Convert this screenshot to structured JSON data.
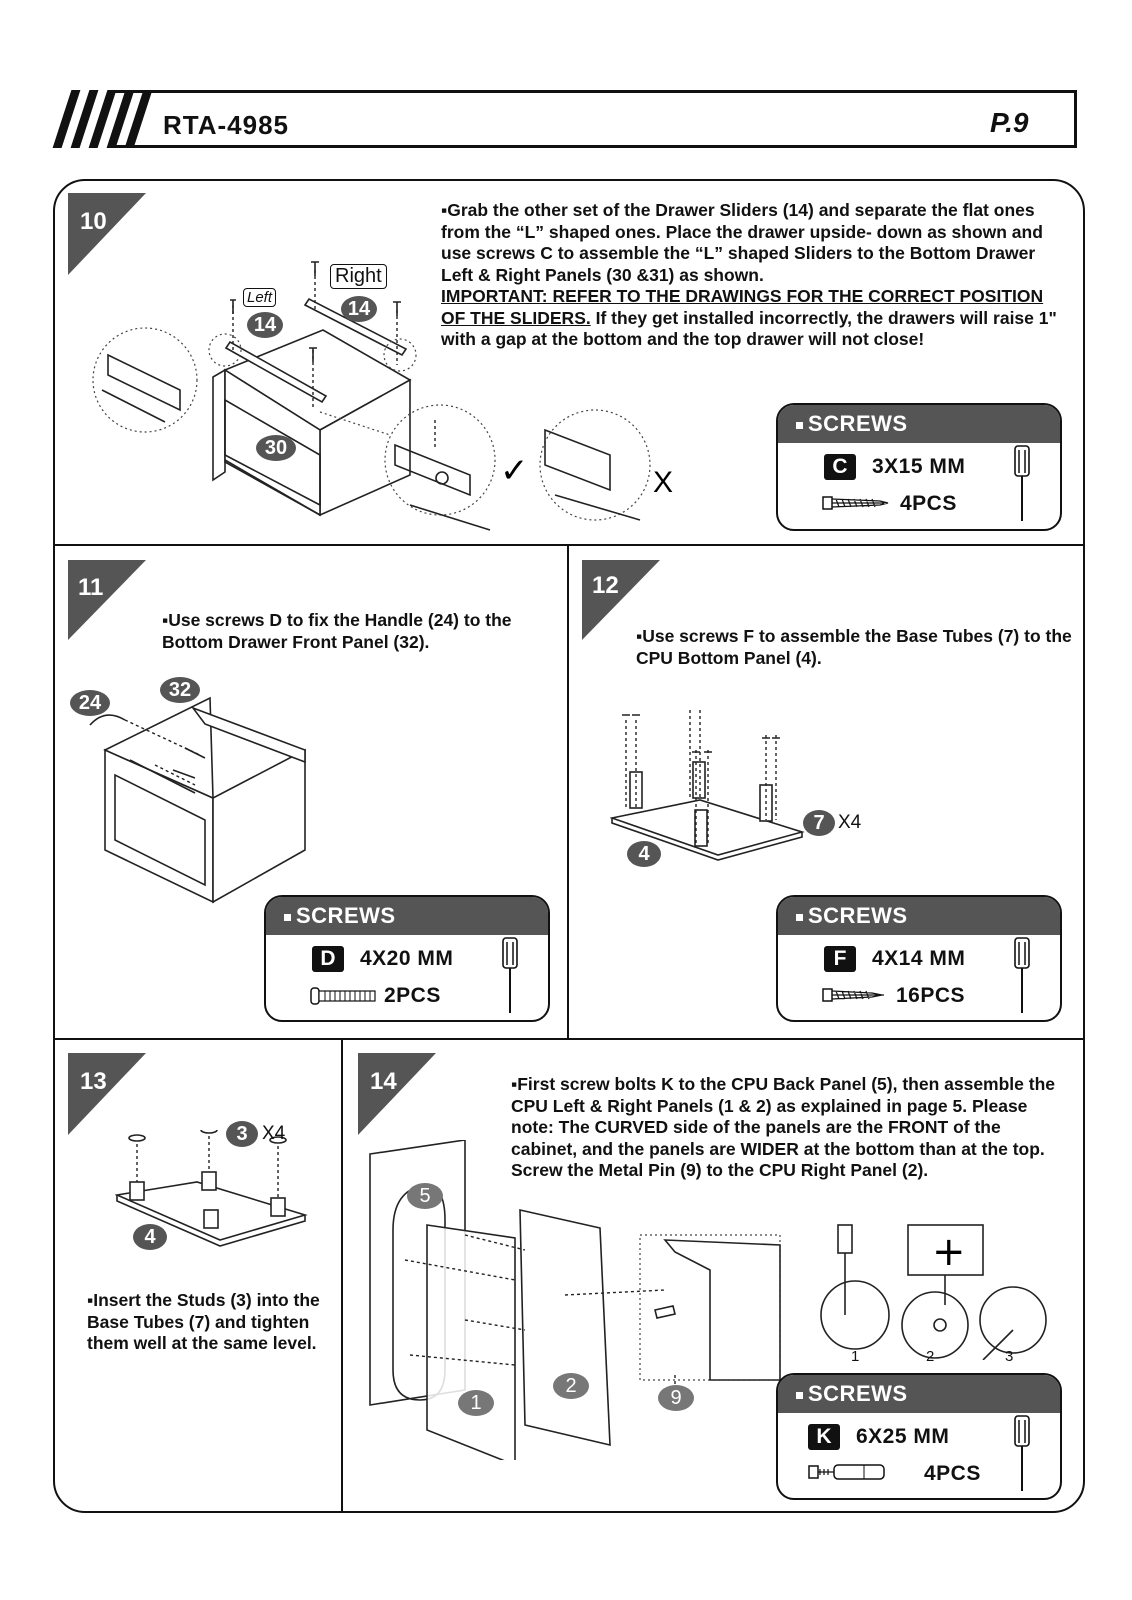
{
  "header": {
    "model": "RTA-4985",
    "page": "P.9"
  },
  "steps": {
    "s10": {
      "num": "10",
      "text1": "Grab the other set of the Drawer Sliders (14) and separate the flat ones from the “L” shaped ones. Place the drawer upside- down as shown and use screws C to assemble the “L” shaped Sliders to the Bottom Drawer Left & Right Panels (30 &31) as shown.",
      "important": "IMPORTANT: REFER TO THE DRAWINGS FOR THE CORRECT POSITION OF THE SLIDERS.",
      "text2": " If they get installed incorrectly, the drawers will raise 1\" with a gap at the bottom and the top drawer will not close!",
      "labels": {
        "left": "Left",
        "right": "Right",
        "slider_a": "14",
        "slider_b": "14",
        "panel": "30",
        "correct": "✓",
        "wrong": "X"
      },
      "screws": {
        "title": "SCREWS",
        "code": "C",
        "size": "3X15 MM",
        "qty": "4PCS"
      }
    },
    "s11": {
      "num": "11",
      "text": "Use screws D to fix the Handle (24) to the Bottom Drawer Front Panel (32).",
      "labels": {
        "handle": "24",
        "front": "32"
      },
      "screws": {
        "title": "SCREWS",
        "code": "D",
        "size": "4X20 MM",
        "qty": "2PCS"
      }
    },
    "s12": {
      "num": "12",
      "text": "Use screws F to assemble the Base Tubes (7) to the CPU Bottom Panel (4).",
      "labels": {
        "tube": "7",
        "tube_mult": "X4",
        "panel": "4"
      },
      "screws": {
        "title": "SCREWS",
        "code": "F",
        "size": "4X14 MM",
        "qty": "16PCS"
      }
    },
    "s13": {
      "num": "13",
      "text": "Insert the Studs (3) into the Base Tubes (7) and tighten them well at the same level.",
      "labels": {
        "stud": "3",
        "stud_mult": "X4",
        "panel": "4"
      }
    },
    "s14": {
      "num": "14",
      "text1": "First screw bolts K to the CPU Back Panel (5), then assemble the CPU Left & Right Panels (1 & 2) as explained in page 5. Please note: The CURVED side of the panels are the FRONT of the cabinet, and the panels are WIDER at the bottom than at the top.",
      "text2": "Screw the Metal Pin (9) to the CPU Right Panel (2).",
      "labels": {
        "back": "5",
        "left": "1",
        "right": "2",
        "pin": "9",
        "sub1": "1",
        "sub2": "2",
        "sub3": "3"
      },
      "screws": {
        "title": "SCREWS",
        "code": "K",
        "size": "6X25 MM",
        "qty": "4PCS"
      }
    }
  }
}
